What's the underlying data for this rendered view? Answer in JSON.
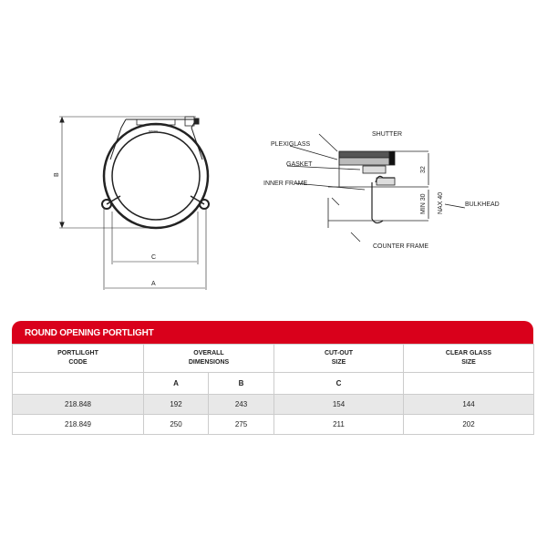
{
  "drawing": {
    "front_view": {
      "dim_labels": [
        "B",
        "C",
        "A"
      ],
      "logo": "nemo"
    },
    "section_view": {
      "labels": [
        "SHUTTER",
        "PLEXIGLASS",
        "GASKET",
        "INNER FRAME",
        "BULKHEAD",
        "COUNTER FRAME"
      ],
      "dims": [
        "32",
        "MIN 30",
        "NAX 40"
      ]
    }
  },
  "table": {
    "title": "ROUND OPENING PORTLIGHT",
    "headers": [
      [
        "PORTLILGHT",
        "CODE"
      ],
      [
        "OVERALL",
        "DIMENSIONS"
      ],
      [
        "CUT-OUT",
        "SIZE"
      ],
      [
        "CLEAR GLASS",
        "SIZE"
      ]
    ],
    "subheaders": [
      "",
      "A",
      "B",
      "C",
      ""
    ],
    "rows": [
      [
        "218.848",
        "192",
        "243",
        "154",
        "144"
      ],
      [
        "218.849",
        "250",
        "275",
        "211",
        "202"
      ]
    ]
  }
}
